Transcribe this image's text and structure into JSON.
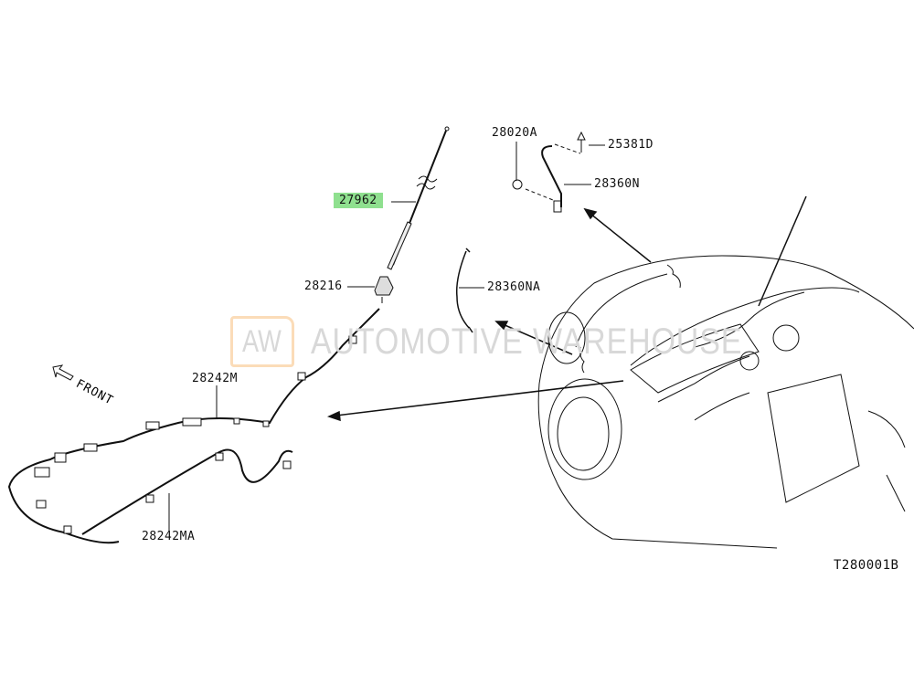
{
  "diagram_code": "T280001B",
  "front_label": "FRONT",
  "watermark": {
    "logo": "AW",
    "text": "AUTOMOTIVE WAREHOUSE"
  },
  "highlight_color": "#8fe08f",
  "parts": {
    "antenna_rod": "27962",
    "antenna_base": "28216",
    "ground_bolt": "28020A",
    "bolt": "25381D",
    "feeder_upper": "28360N",
    "feeder_lower": "28360NA",
    "cable_main": "28242M",
    "cable_sub": "28242MA"
  }
}
